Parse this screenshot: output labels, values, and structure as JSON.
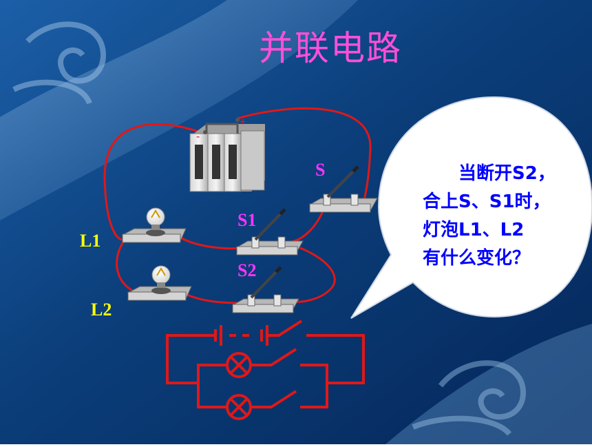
{
  "title": "并联电路",
  "labels": {
    "s": "S",
    "s1": "S1",
    "s2": "S2",
    "l1": "L1",
    "l2": "L2",
    "minus": "-",
    "plus": "+"
  },
  "bubble": {
    "lines": [
      "当断开S2，",
      "合上S、S1时，",
      "灯泡L1、L2",
      "有什么变化？"
    ]
  },
  "colors": {
    "background": "#0b3e7a",
    "title": "#ff4fd8",
    "switch_label": "#ff33ff",
    "lamp_label": "#ffff00",
    "wire": "#e01818",
    "bubble_text": "#0000ff"
  }
}
